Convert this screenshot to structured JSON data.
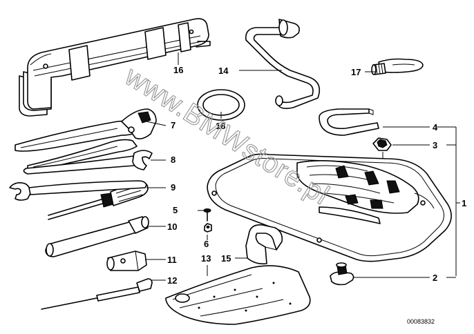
{
  "watermark": "www.BMWstore.pl",
  "document_id": "00083832",
  "callouts": [
    {
      "id": "c1",
      "label": "1"
    },
    {
      "id": "c2",
      "label": "2"
    },
    {
      "id": "c3",
      "label": "3"
    },
    {
      "id": "c4",
      "label": "4"
    },
    {
      "id": "c5",
      "label": "5"
    },
    {
      "id": "c6",
      "label": "6"
    },
    {
      "id": "c7",
      "label": "7"
    },
    {
      "id": "c8",
      "label": "8"
    },
    {
      "id": "c9",
      "label": "9"
    },
    {
      "id": "c10",
      "label": "10"
    },
    {
      "id": "c11",
      "label": "11"
    },
    {
      "id": "c12",
      "label": "12"
    },
    {
      "id": "c13",
      "label": "13"
    },
    {
      "id": "c14",
      "label": "14"
    },
    {
      "id": "c15",
      "label": "15"
    },
    {
      "id": "c16",
      "label": "16"
    },
    {
      "id": "c17",
      "label": "17"
    },
    {
      "id": "c18",
      "label": "18"
    }
  ]
}
